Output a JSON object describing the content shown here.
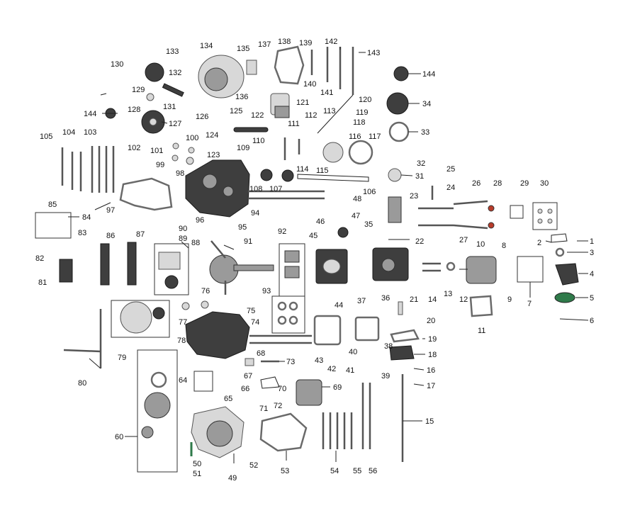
{
  "diagram": {
    "labels": {
      "n1": "1",
      "n2": "2",
      "n3": "3",
      "n4": "4",
      "n5": "5",
      "n6": "6",
      "n7": "7",
      "n8": "8",
      "n9": "9",
      "n10": "10",
      "n11": "11",
      "n12": "12",
      "n13": "13",
      "n14": "14",
      "n15": "15",
      "n16": "16",
      "n17": "17",
      "n18": "18",
      "n19": "19",
      "n20": "20",
      "n21": "21",
      "n22": "22",
      "n23": "23",
      "n24": "24",
      "n25": "25",
      "n26": "26",
      "n27": "27",
      "n28": "28",
      "n29": "29",
      "n30": "30",
      "n31": "31",
      "n32": "32",
      "n33": "33",
      "n34": "34",
      "n35": "35",
      "n36": "36",
      "n37": "37",
      "n38": "38",
      "n39": "39",
      "n40": "40",
      "n41": "41",
      "n42": "42",
      "n43": "43",
      "n44": "44",
      "n45": "45",
      "n46": "46",
      "n47": "47",
      "n48": "48",
      "n49": "49",
      "n50": "50",
      "n51": "51",
      "n52": "52",
      "n53": "53",
      "n54": "54",
      "n55": "55",
      "n56": "56",
      "n60": "60",
      "n64": "64",
      "n65": "65",
      "n66": "66",
      "n67": "67",
      "n68": "68",
      "n69": "69",
      "n70": "70",
      "n71": "71",
      "n72": "72",
      "n73": "73",
      "n74": "74",
      "n75": "75",
      "n76": "76",
      "n77": "77",
      "n78": "78",
      "n79": "79",
      "n80": "80",
      "n81": "81",
      "n82": "82",
      "n83": "83",
      "n84": "84",
      "n85": "85",
      "n86": "86",
      "n87": "87",
      "n88": "88",
      "n89": "89",
      "n90": "90",
      "n91": "91",
      "n92": "92",
      "n93": "93",
      "n94": "94",
      "n95": "95",
      "n96": "96",
      "n97": "97",
      "n98": "98",
      "n99": "99",
      "n100": "100",
      "n101": "101",
      "n102": "102",
      "n103": "103",
      "n104": "104",
      "n105": "105",
      "n106": "106",
      "n107": "107",
      "n108": "108",
      "n109": "109",
      "n110": "110",
      "n111": "111",
      "n112": "112",
      "n113": "113",
      "n114": "114",
      "n115": "115",
      "n116": "116",
      "n117": "117",
      "n118": "118",
      "n119": "119",
      "n120": "120",
      "n121": "121",
      "n122": "122",
      "n123": "123",
      "n124": "124",
      "n125": "125",
      "n126": "126",
      "n127": "127",
      "n128": "128",
      "n129": "129",
      "n130": "130",
      "n131": "131",
      "n132": "132",
      "n133": "133",
      "n134": "134",
      "n135": "135",
      "n136": "136",
      "n137": "137",
      "n138": "138",
      "n139": "139",
      "n140": "140",
      "n141": "141",
      "n142": "142",
      "n143": "143",
      "n144a": "144",
      "n144b": "144"
    }
  }
}
